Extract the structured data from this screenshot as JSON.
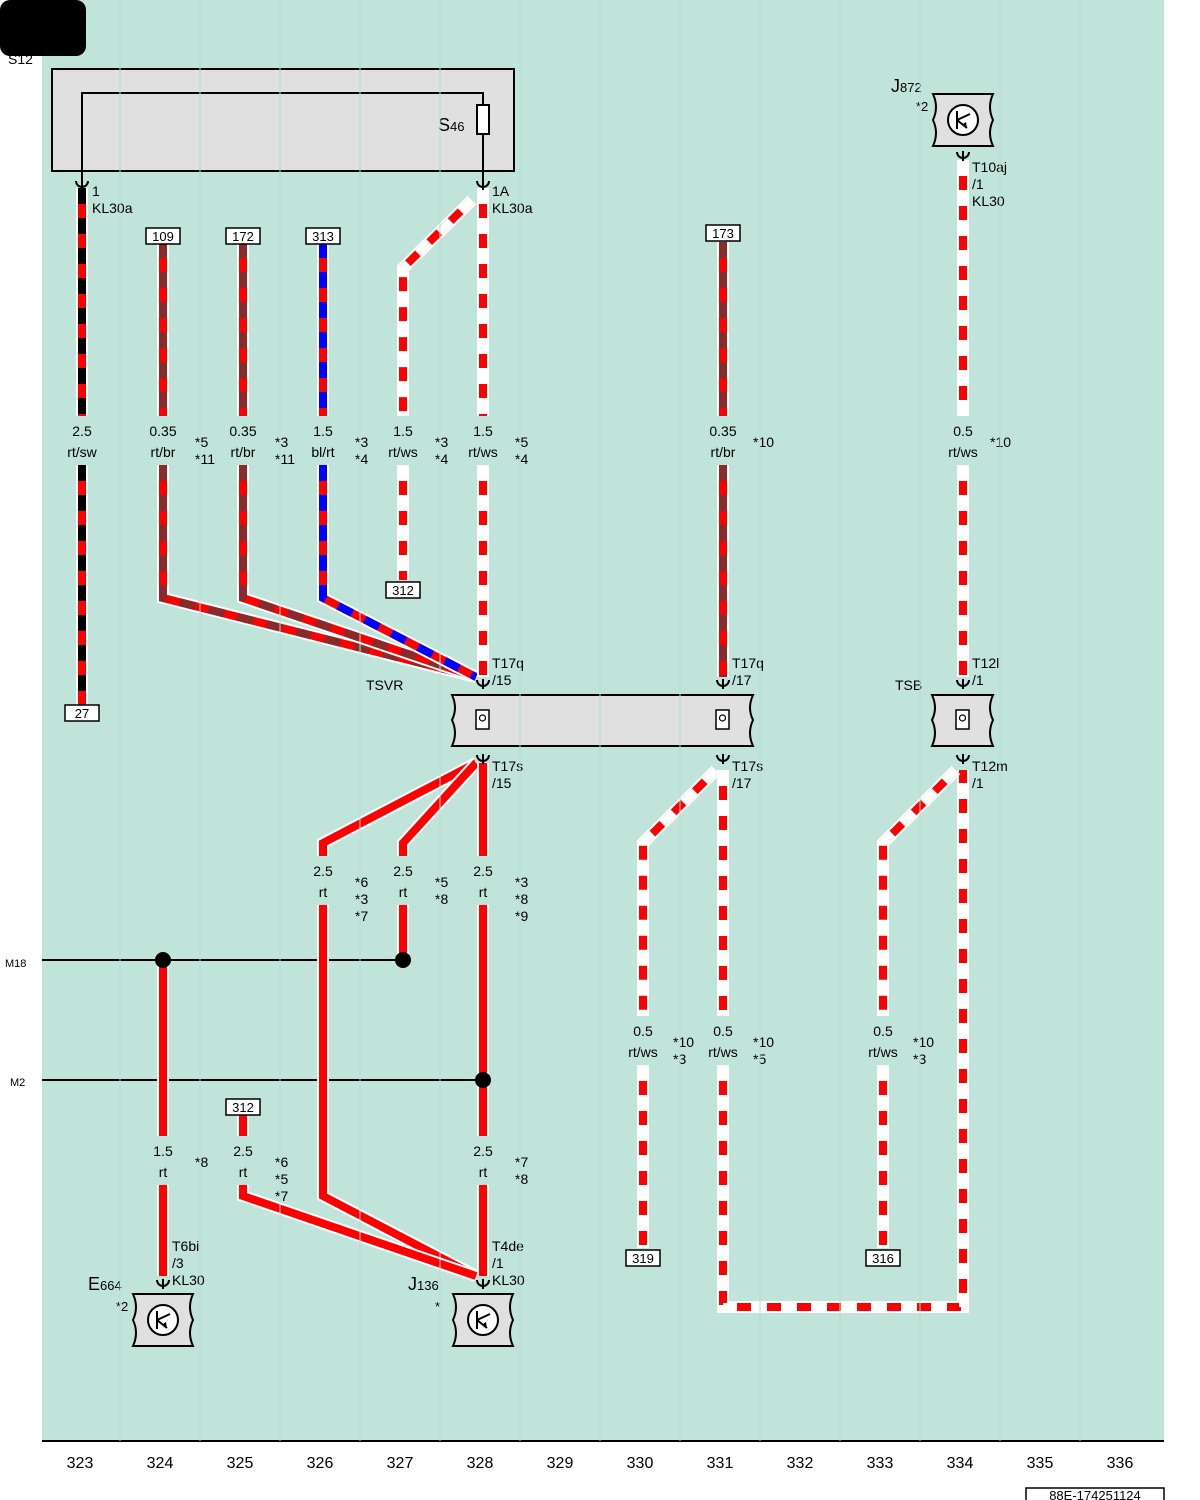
{
  "header": {
    "page_label": "S12"
  },
  "fuse": {
    "label_main": "S",
    "label_sub": "46"
  },
  "components": {
    "j872": {
      "letter": "J",
      "num": "872",
      "note": "*2"
    },
    "e664": {
      "letter": "E",
      "num": "664",
      "note": "*2"
    },
    "j136": {
      "letter": "J",
      "num": "136",
      "note": "*"
    },
    "tsvr": {
      "label": "TSVR"
    },
    "tsb": {
      "label": "TSB"
    }
  },
  "connectors": {
    "c323_top": [
      "1",
      "KL30a"
    ],
    "c328_top": [
      "1A",
      "KL30a"
    ],
    "t10aj": [
      "T10aj",
      "/1",
      "KL30"
    ],
    "t17q_15": [
      "T17q",
      "/15"
    ],
    "t17q_17": [
      "T17q",
      "/17"
    ],
    "t12l": [
      "T12l",
      "/1"
    ],
    "t17s_15": [
      "T17s",
      "/15"
    ],
    "t17s_17": [
      "T17s",
      "/17"
    ],
    "t12m": [
      "T12m",
      "/1"
    ],
    "t6bi": [
      "T6bi",
      "/3",
      "KL30"
    ],
    "t4de": [
      "T4de",
      "/1",
      "KL30"
    ]
  },
  "refs": [
    "109",
    "172",
    "313",
    "173",
    "312",
    "27",
    "312",
    "319",
    "316"
  ],
  "wire_labels": [
    [
      "2.5",
      "rt/sw"
    ],
    [
      "0.35",
      "rt/br"
    ],
    [
      "0.35",
      "rt/br"
    ],
    [
      "1.5",
      "bl/rt"
    ],
    [
      "1.5",
      "rt/ws"
    ],
    [
      "1.5",
      "rt/ws"
    ],
    [
      "0.35",
      "rt/br"
    ],
    [
      "0.5",
      "rt/ws"
    ],
    [
      "2.5",
      "rt"
    ],
    [
      "2.5",
      "rt"
    ],
    [
      "2.5",
      "rt"
    ],
    [
      "0.5",
      "rt/ws"
    ],
    [
      "0.5",
      "rt/ws"
    ],
    [
      "0.5",
      "rt/ws"
    ],
    [
      "1.5",
      "rt"
    ],
    [
      "2.5",
      "rt"
    ],
    [
      "2.5",
      "rt"
    ]
  ],
  "notes": [
    [
      "*5",
      "*11"
    ],
    [
      "*3",
      "*11"
    ],
    [
      "*3",
      "*4"
    ],
    [
      "*3",
      "*4"
    ],
    [
      "*5",
      "*4"
    ],
    [
      "*10"
    ],
    [
      "*10"
    ],
    [
      "*6",
      "*3",
      "*7"
    ],
    [
      "*5",
      "*8"
    ],
    [
      "*3",
      "*8",
      "*9"
    ],
    [
      "*10",
      "*3"
    ],
    [
      "*10",
      "*5"
    ],
    [
      "*10",
      "*3"
    ],
    [
      "*8"
    ],
    [
      "*6",
      "*5",
      "*7"
    ],
    [
      "*7",
      "*8"
    ]
  ],
  "ground_lines": [
    "M18",
    "M2"
  ],
  "columns": [
    "323",
    "324",
    "325",
    "326",
    "327",
    "328",
    "329",
    "330",
    "331",
    "332",
    "333",
    "334",
    "335",
    "336"
  ],
  "doc_id": "88E-174251124",
  "colors": {
    "background": "#c0e4da",
    "wire_red": "#ff0000",
    "wire_blue": "#0000ff",
    "wire_black": "#000000",
    "box_gray": "#e0e0e0"
  }
}
